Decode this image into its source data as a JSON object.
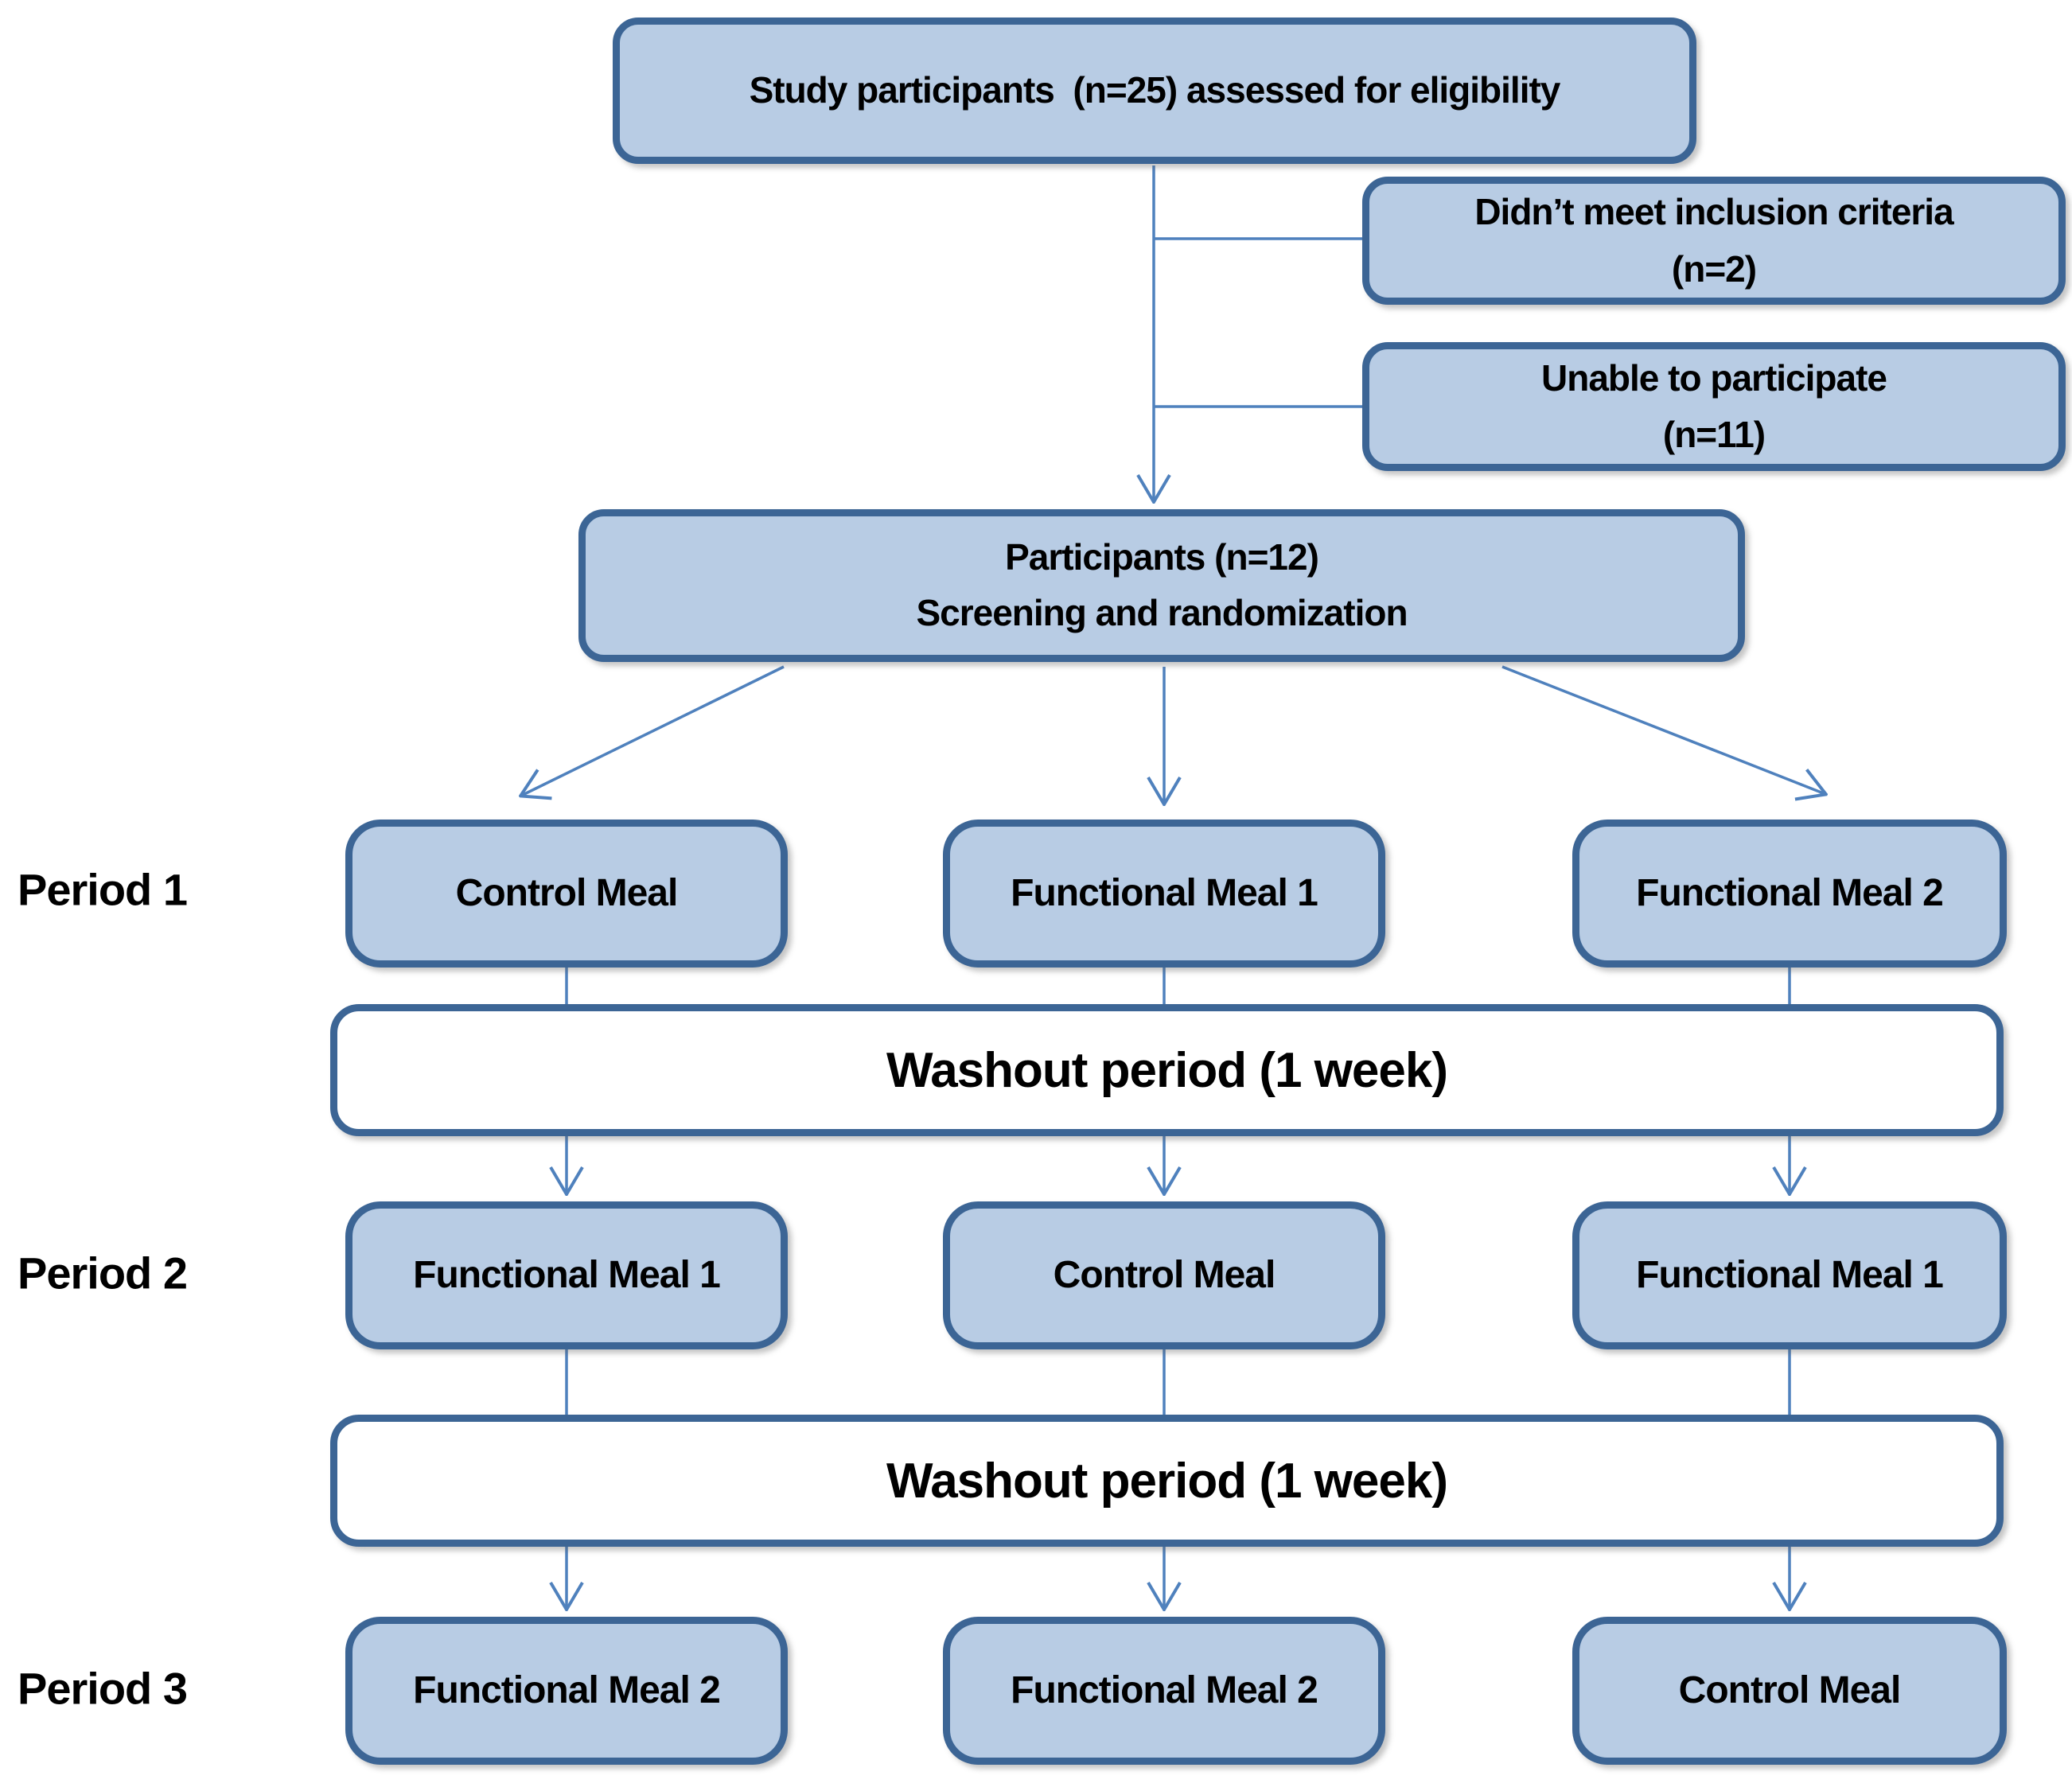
{
  "diagram": {
    "colors": {
      "background": "#ffffff",
      "box_fill": "#b8cce4",
      "box_border": "#3c6595",
      "washout_fill": "#ffffff",
      "connector": "#4f81bd",
      "text": "#000000"
    },
    "nodes": {
      "eligibility": {
        "label": "Study participants  (n=25) assessed for eligibility"
      },
      "not_meeting_criteria": {
        "lines": [
          "Didn’t meet inclusion criteria",
          "(n=2)"
        ]
      },
      "unable_to_participate": {
        "lines": [
          "Unable to participate",
          "(n=11)"
        ]
      },
      "randomization": {
        "lines": [
          "Participants (n=12)",
          "Screening and randomization"
        ]
      },
      "washout_1": {
        "label": "Washout period (1 week)"
      },
      "washout_2": {
        "label": "Washout period (1 week)"
      }
    },
    "period_rows": [
      {
        "period": "Period 1",
        "meals": [
          "Control Meal",
          "Functional Meal 1",
          "Functional Meal 2"
        ]
      },
      {
        "period": "Period 2",
        "meals": [
          "Functional Meal 1",
          "Control Meal",
          "Functional Meal 1"
        ]
      },
      {
        "period": "Period 3",
        "meals": [
          "Functional Meal 2",
          "Functional Meal 2",
          "Control Meal"
        ]
      }
    ]
  }
}
